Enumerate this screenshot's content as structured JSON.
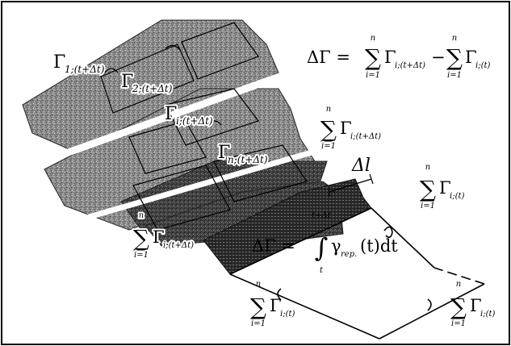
{
  "labels": {
    "gamma_1_big": "Γ",
    "gamma_1_sub": "1;(t+Δt)",
    "gamma_2_big": "Γ",
    "gamma_2_sub": "2;(t+Δt)",
    "gamma_i_big": "Γ",
    "gamma_i_sub": "i;(t+Δt)",
    "gamma_n_big": "Γ",
    "gamma_n_sub": "n;(t+Δt)",
    "delta_l": "Δl"
  },
  "equations": {
    "top": {
      "lhs": "ΔΓ =",
      "sum1_upper": "n",
      "sum1_lower": "i=1",
      "term1_big": "Γ",
      "term1_sub": "i;(t+Δt)",
      "minus": "−",
      "sum2_upper": "n",
      "sum2_lower": "i=1",
      "term2_big": "Γ",
      "term2_sub": "i;(t)"
    },
    "mid_right": {
      "sum_upper": "n",
      "sum_lower": "i=1",
      "term_big": "Γ",
      "term_sub": "i;(t+Δt)"
    },
    "right": {
      "sum_upper": "n",
      "sum_lower": "i=1",
      "term_big": "Γ",
      "term_sub": "i;(t)"
    },
    "left_mid": {
      "sum_upper": "n",
      "sum_lower": "i=1",
      "term_big": "Γ",
      "term_sub": "i;(t+Δt)"
    },
    "integral": {
      "lhs": "ΔΓ =",
      "upper": "t+Δt",
      "lower": "t",
      "integrand": "γ",
      "integrand_sub": "rep.",
      "tail": "(t)dt"
    },
    "bottom_left": {
      "sum_upper": "n",
      "sum_lower": "i=1",
      "term_big": "Γ",
      "term_sub": "i;(t)"
    },
    "bottom_right": {
      "sum_upper": "n",
      "sum_lower": "i=1",
      "term_big": "Γ",
      "term_sub": "i;(t)"
    }
  }
}
